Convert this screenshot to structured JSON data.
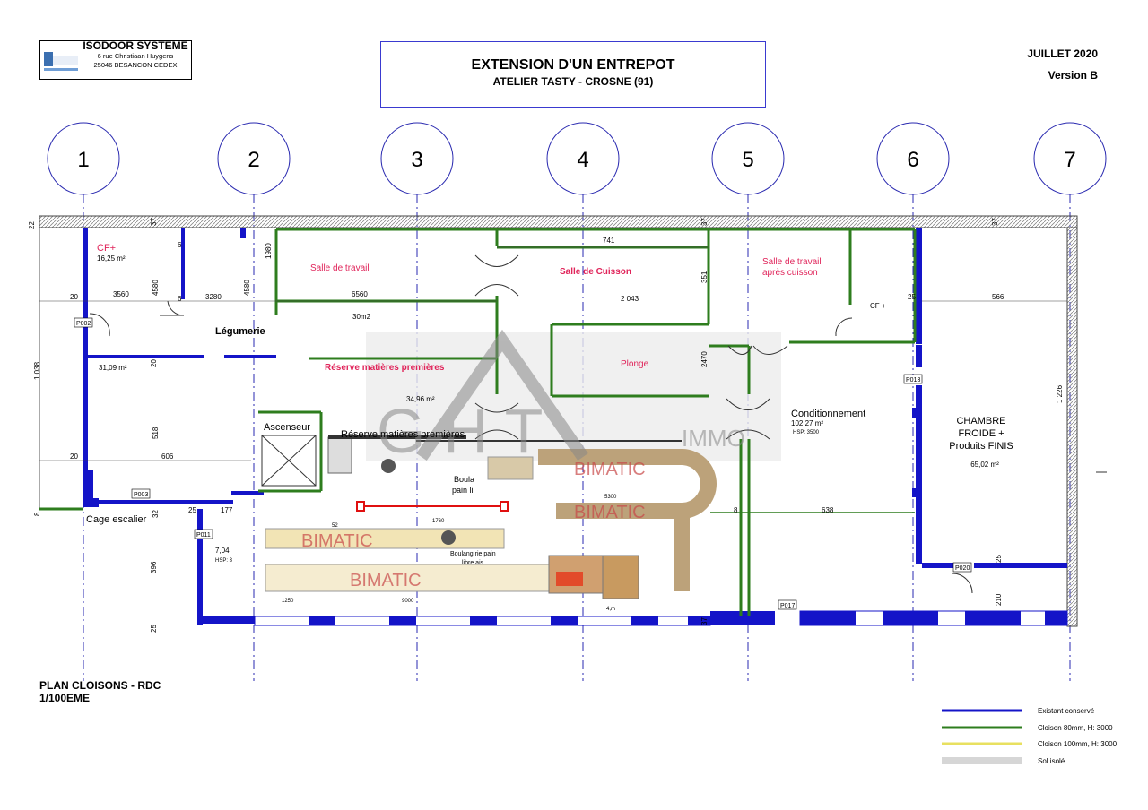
{
  "header": {
    "company_name": "ISODOOR SYSTEME",
    "company_address_1": "6 rue Christiaan Huygens",
    "company_address_2": "25046 BESANCON CEDEX",
    "title": "EXTENSION D'UN ENTREPOT",
    "subtitle": "ATELIER TASTY - CROSNE (91)",
    "date": "JUILLET 2020",
    "version": "Version B"
  },
  "grid_axes": [
    "1",
    "2",
    "3",
    "4",
    "5",
    "6",
    "7"
  ],
  "rooms": {
    "cf_plus_1": "CF+",
    "cf_plus_1_area": "16,25 m²",
    "area_3109": "31,09 m²",
    "legumerie": "Légumerie",
    "salle_travail": "Salle de travail",
    "salle_travail_area": "30m2",
    "salle_cuisson": "Salle de Cuisson",
    "salle_apres_1": "Salle de travail",
    "salle_apres_2": "après cuisson",
    "cf_plus_2": "CF +",
    "reserve_1": "Réserve matières premières",
    "reserve_area": "34,96 m²",
    "plonge": "Plonge",
    "ascenseur": "Ascenseur",
    "reserve_2": "Réserve matières premières",
    "conditionnement": "Conditionnement",
    "conditionnement_area": "102,27 m²",
    "conditionnement_hsp": "HSP: 3500",
    "chambre_1": "CHAMBRE",
    "chambre_2": "FROIDE +",
    "chambre_3": "Produits FINIS",
    "chambre_area": "65,02 m²",
    "cage_escalier": "Cage escalier",
    "small_area": "7,04",
    "small_hsp": "HSP: 3",
    "boula_1": "Boula",
    "boula_2": "pain li",
    "boulang_1": "Boulang rie pain",
    "boulang_2": "libre ais"
  },
  "doors": [
    "P002",
    "P003",
    "P011",
    "P013",
    "P017",
    "P020"
  ],
  "dimensions": {
    "d22": "22",
    "d37a": "37",
    "d37b": "37",
    "d37c": "37",
    "d6a": "6",
    "d6b": "6",
    "d1980": "1980",
    "d741": "741",
    "d20a": "20",
    "d3560": "3560",
    "d4580a": "4580",
    "d3280": "3280",
    "d4580b": "4580",
    "d6560": "6560",
    "d2043": "2 043",
    "d351": "351",
    "d25a": "25",
    "d566": "566",
    "d1038": "1 038",
    "d20b": "20",
    "d2470": "2470",
    "d1226": "1 226",
    "d518": "518",
    "d20c": "20",
    "d606": "606",
    "d8a": "8",
    "d32": "32",
    "d25b": "25",
    "d177": "177",
    "d8b": "8",
    "d638": "638",
    "d396": "396",
    "d25c": "25",
    "d210": "210",
    "d25d": "25",
    "d37d": "37",
    "d5300": "5300",
    "d1760": "1760",
    "d52": "52",
    "d1250": "1250",
    "d9000": "9000",
    "d4m": "4,m"
  },
  "watermark": {
    "letters": "G  H  T",
    "text": "IMMO",
    "brand": "BIMATIC"
  },
  "plan": {
    "title": "PLAN CLOISONS - RDC",
    "scale": "1/100EME"
  },
  "legend": [
    {
      "label": "Existant conservé",
      "color": "#1414c8"
    },
    {
      "label": "Cloison 80mm, H: 3000",
      "color": "#2e7d1e"
    },
    {
      "label": "Cloison 100mm, H: 3000",
      "color": "#e8e060"
    },
    {
      "label": "Sol isolé",
      "color": "#d6d6d6"
    }
  ],
  "colors": {
    "existing_wall": "#1414c8",
    "partition": "#2e7d1e",
    "room_label": "#e0245a",
    "axis": "#2a2ab0"
  }
}
